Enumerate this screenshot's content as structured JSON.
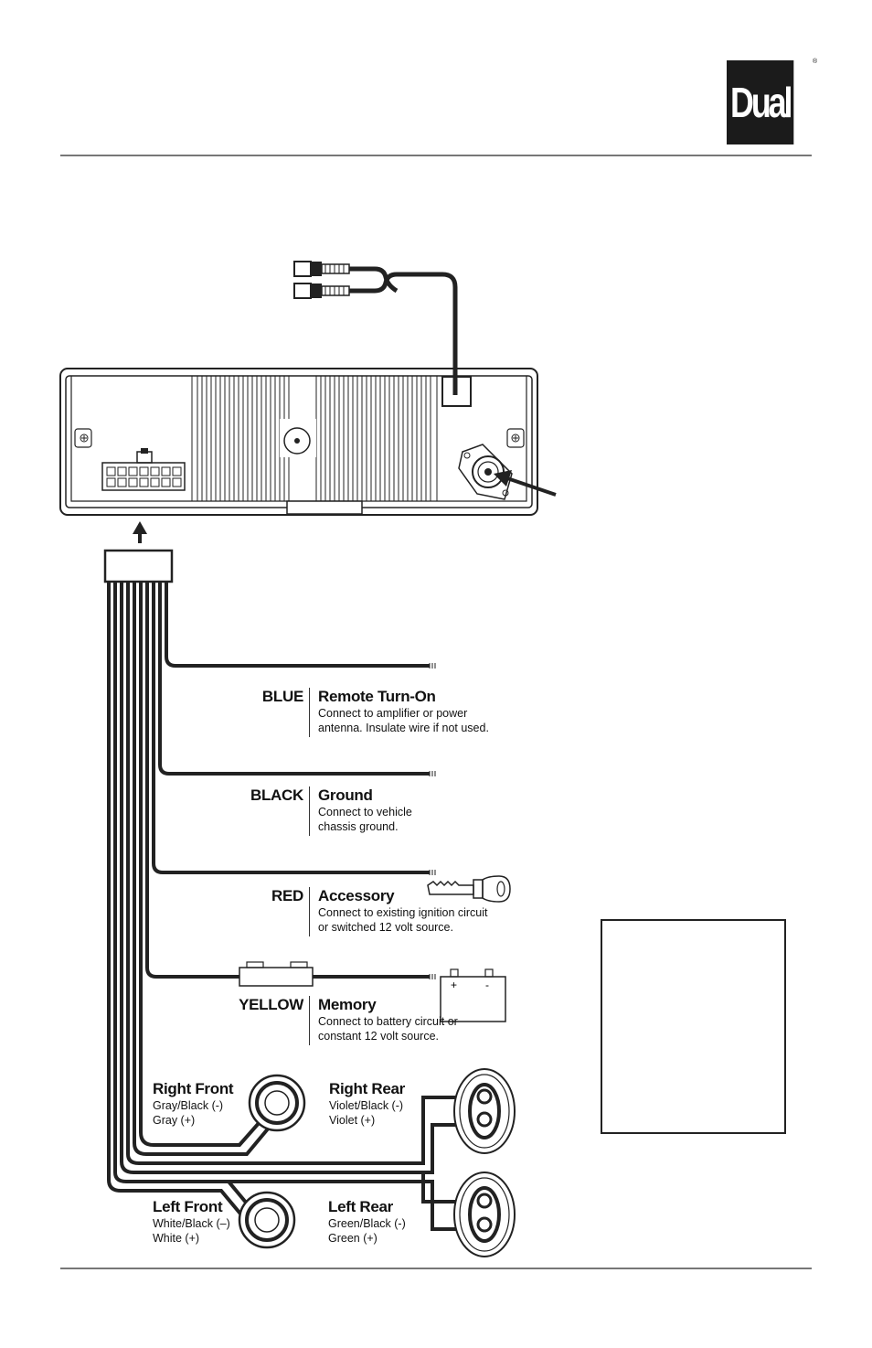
{
  "logo": {
    "text": "Dual",
    "registered": "®"
  },
  "wires": [
    {
      "color_label": "BLUE",
      "title": "Remote Turn-On",
      "description": "Connect to amplifier or power antenna. Insulate wire if not used."
    },
    {
      "color_label": "BLACK",
      "title": "Ground",
      "description": "Connect to vehicle chassis ground."
    },
    {
      "color_label": "RED",
      "title": "Accessory",
      "description": "Connect to existing ignition circuit or switched 12 volt source."
    },
    {
      "color_label": "YELLOW",
      "title": "Memory",
      "description": "Connect to battery circuit or constant 12 volt source."
    }
  ],
  "speakers": [
    {
      "title": "Right Front",
      "neg": "Gray/Black (-)",
      "pos": "Gray (+)"
    },
    {
      "title": "Right Rear",
      "neg": "Violet/Black (-)",
      "pos": "Violet (+)"
    },
    {
      "title": "Left Front",
      "neg": "White/Black (–)",
      "pos": "White (+)"
    },
    {
      "title": "Left Rear",
      "neg": "Green/Black (-)",
      "pos": "Green (+)"
    }
  ],
  "battery": {
    "plus": "+",
    "minus": "-"
  }
}
